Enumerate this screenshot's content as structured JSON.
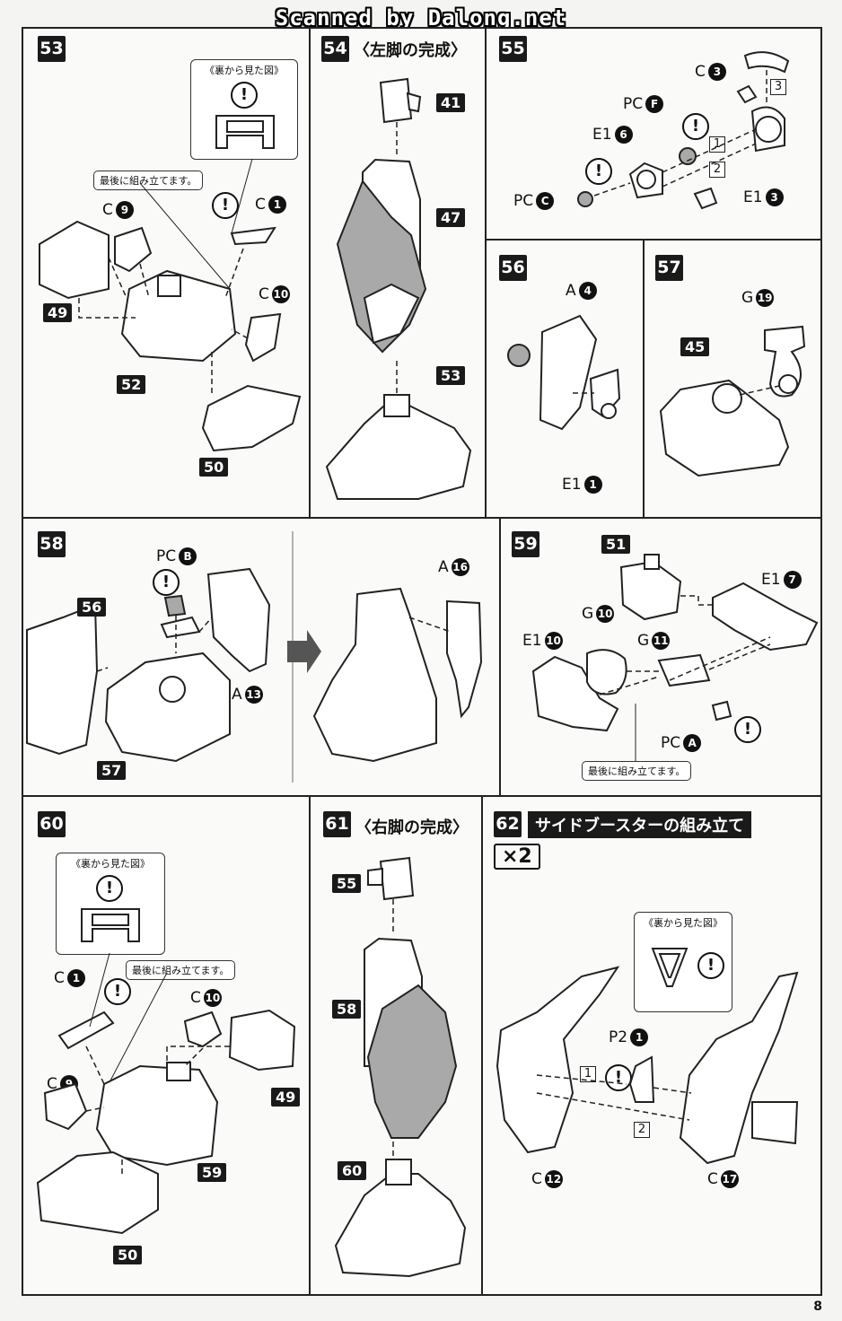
{
  "watermark": "Scanned by Dalong.net",
  "page_number": "8",
  "steps": {
    "s53": {
      "num": "53",
      "callout_title": "《裏から見た図》",
      "note": "最後に組み立てます。",
      "parts": {
        "c9": {
          "letter": "C",
          "num": "9"
        },
        "c1": {
          "letter": "C",
          "num": "1"
        },
        "c10": {
          "letter": "C",
          "num": "10"
        }
      },
      "tags": [
        "49",
        "52",
        "50"
      ]
    },
    "s54": {
      "num": "54",
      "title": "〈左脚の完成〉",
      "tags": [
        "41",
        "47",
        "53"
      ]
    },
    "s55": {
      "num": "55",
      "parts": {
        "c3": {
          "letter": "C",
          "num": "3"
        },
        "pcF": {
          "letter": "PC",
          "num": "F"
        },
        "e16": {
          "letter": "E1",
          "num": "6"
        },
        "pcC": {
          "letter": "PC",
          "num": "C"
        },
        "e13": {
          "letter": "E1",
          "num": "3"
        }
      },
      "order": [
        "1",
        "2",
        "3"
      ]
    },
    "s56": {
      "num": "56",
      "parts": {
        "a4": {
          "letter": "A",
          "num": "4"
        },
        "e11": {
          "letter": "E1",
          "num": "1"
        }
      }
    },
    "s57": {
      "num": "57",
      "parts": {
        "g19": {
          "letter": "G",
          "num": "19"
        }
      },
      "tags": [
        "45"
      ]
    },
    "s58": {
      "num": "58",
      "parts": {
        "pcB": {
          "letter": "PC",
          "num": "B"
        },
        "a13": {
          "letter": "A",
          "num": "13"
        },
        "a16": {
          "letter": "A",
          "num": "16"
        }
      },
      "tags": [
        "56",
        "57"
      ]
    },
    "s59": {
      "num": "59",
      "note": "最後に組み立てます。",
      "parts": {
        "e17": {
          "letter": "E1",
          "num": "7"
        },
        "g10": {
          "letter": "G",
          "num": "10"
        },
        "e110": {
          "letter": "E1",
          "num": "10"
        },
        "g11": {
          "letter": "G",
          "num": "11"
        },
        "pcA": {
          "letter": "PC",
          "num": "A"
        }
      },
      "tags": [
        "51"
      ]
    },
    "s60": {
      "num": "60",
      "callout_title": "《裏から見た図》",
      "note": "最後に組み立てます。",
      "parts": {
        "c1": {
          "letter": "C",
          "num": "1"
        },
        "c10": {
          "letter": "C",
          "num": "10"
        },
        "c9": {
          "letter": "C",
          "num": "9"
        }
      },
      "tags": [
        "49",
        "59",
        "50"
      ]
    },
    "s61": {
      "num": "61",
      "title": "〈右脚の完成〉",
      "tags": [
        "55",
        "58",
        "60"
      ]
    },
    "s62": {
      "num": "62",
      "title": "サイドブースターの組み立て",
      "multiplier": "×2",
      "callout_title": "《裏から見た図》",
      "parts": {
        "p21": {
          "letter": "P2",
          "num": "1"
        },
        "c12": {
          "letter": "C",
          "num": "12"
        },
        "c17": {
          "letter": "C",
          "num": "17"
        }
      },
      "order": [
        "1",
        "2"
      ]
    }
  }
}
